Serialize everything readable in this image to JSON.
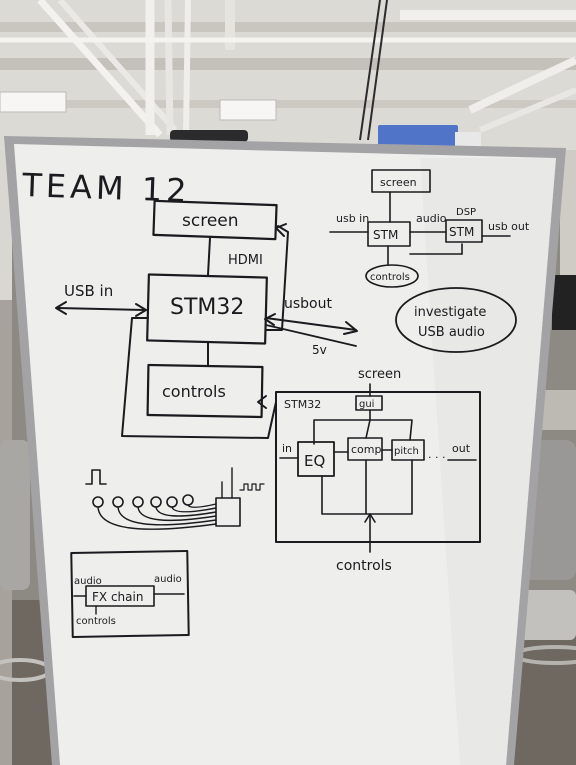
{
  "colors": {
    "board": "#eeeeec",
    "frame": "#a3a3a6",
    "ink": "#1b1b1f",
    "ceiling": "#dcdad5",
    "floor": "#6f6860"
  },
  "whiteboard": {
    "title": "TEAM 12",
    "main_diagram": {
      "screen": "screen",
      "hdmi": "HDMI",
      "usb_in": "USB in",
      "stm32": "STM32",
      "usb_out": "usbout",
      "five_v": "5v",
      "controls": "controls"
    },
    "mini_diagram": {
      "screen": "screen",
      "usb_in": "usb in",
      "stm_a": "STM",
      "audio": "audio",
      "stm_b": "STM",
      "dsp": "DSP",
      "usb_out": "usb out",
      "controls": "controls"
    },
    "note": {
      "line1": "investigate",
      "line2": "USB audio"
    },
    "dsp_diagram": {
      "screen": "screen",
      "stm32": "STM32",
      "gui": "gui",
      "in": "in",
      "eq": "EQ",
      "comp": "comp",
      "pitch": "pitch",
      "dots": ". . .",
      "out": "out",
      "controls": "controls"
    },
    "fx_diagram": {
      "audio_in": "audio",
      "audio_out": "audio",
      "fx_chain": "FX chain",
      "controls": "controls"
    }
  }
}
